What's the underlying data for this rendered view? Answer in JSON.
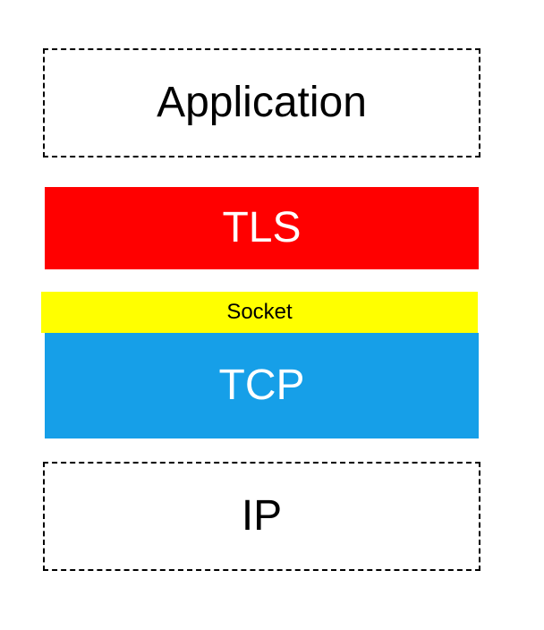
{
  "diagram": {
    "layers": [
      {
        "label": "Application",
        "fill": "#ffffff",
        "text_color": "#000000",
        "border": "dashed"
      },
      {
        "label": "TLS",
        "fill": "#ff0000",
        "text_color": "#ffffff",
        "border": "none"
      },
      {
        "label": "Socket",
        "fill": "#ffff00",
        "text_color": "#000000",
        "border": "none"
      },
      {
        "label": "TCP",
        "fill": "#169fe8",
        "text_color": "#ffffff",
        "border": "none"
      },
      {
        "label": "IP",
        "fill": "#ffffff",
        "text_color": "#000000",
        "border": "dashed"
      }
    ]
  }
}
